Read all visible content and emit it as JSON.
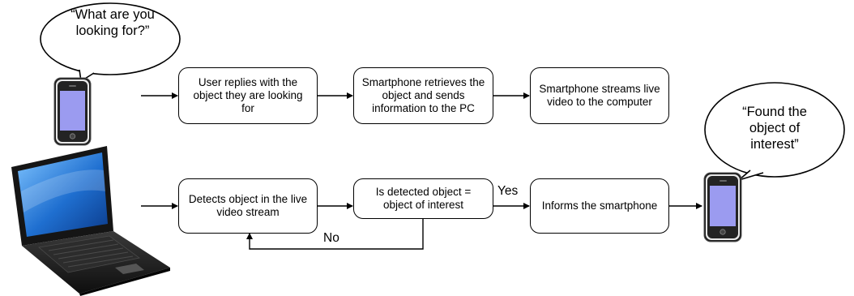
{
  "bubbles": {
    "top": "“What are you looking for?”",
    "right": "“Found the object of interest”"
  },
  "nodes": {
    "user_replies": "User replies with the object they are looking for",
    "retrieves": "Smartphone retrieves the object and sends information to the PC",
    "streams": "Smartphone streams live video to the computer",
    "detects": "Detects object in the live video stream",
    "decision": "Is detected object = object of interest",
    "informs": "Informs the smartphone"
  },
  "edge_labels": {
    "yes": "Yes",
    "no": "No"
  },
  "colors": {
    "phone_screen": "#9b9bf0",
    "laptop_screen": "#1f6fd0",
    "device_body": "#222222"
  }
}
